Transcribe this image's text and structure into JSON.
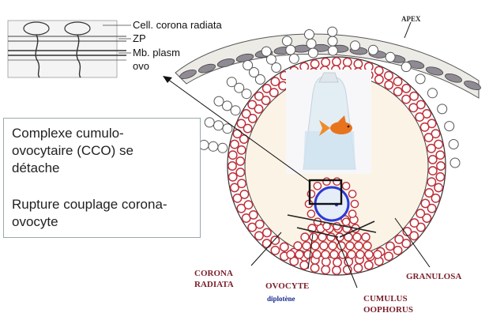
{
  "inset": {
    "labels": [
      "Cell. corona radiata",
      "ZP",
      "Mb. plasm",
      "ovo"
    ]
  },
  "note": {
    "line1": "Complexe cumulo-",
    "line2": "ovocytaire (CCO) se",
    "line3": "détache",
    "line4": "Rupture couplage corona-",
    "line5": "ovocyte"
  },
  "follicle": {
    "apex": "APEX",
    "corona": [
      "CORONA",
      "RADIATA"
    ],
    "oocyte": "OVOCYTE",
    "oocyte_stage": "diplotène",
    "granulosa": "GRANULOSA",
    "cumulus": [
      "CUMULUS",
      "OOPHORUS"
    ]
  },
  "colors": {
    "maroon": "#7a1f2a",
    "navy": "#1a2c8c",
    "oocyte_ring": "#2b3bd6",
    "antrum": "#fbf3e6",
    "granulosa_cell": "#c0303a"
  }
}
